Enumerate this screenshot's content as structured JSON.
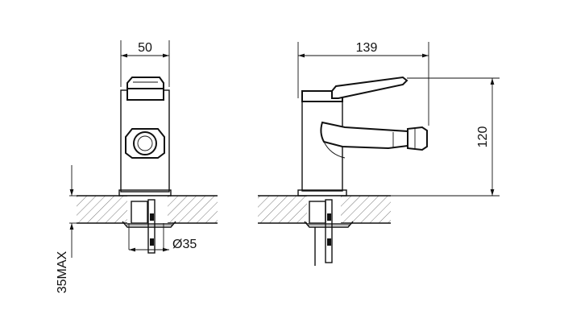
{
  "dimensions": {
    "front_width": "50",
    "side_length": "139",
    "side_height": "120",
    "hole_diameter": "Ø35",
    "max_thickness": "35MAX"
  }
}
